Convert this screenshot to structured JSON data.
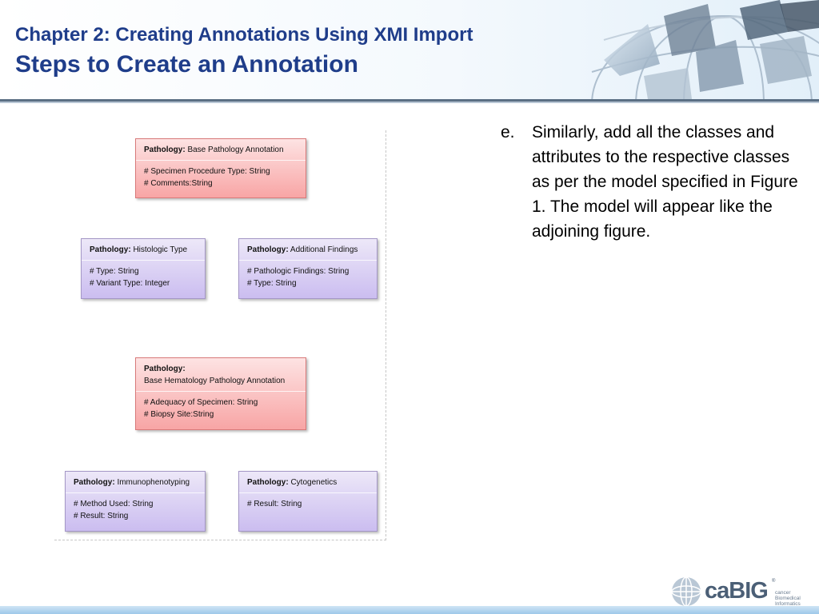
{
  "header": {
    "chapter": "Chapter 2: Creating Annotations Using XMI Import",
    "title": "Steps to Create an Annotation"
  },
  "diagram": {
    "classes": [
      {
        "prefix": "Pathology:",
        "name": "Base Pathology Annotation",
        "attributes": [
          "# Specimen Procedure Type: String",
          "# Comments:String"
        ]
      },
      {
        "prefix": "Pathology:",
        "name": "Histologic Type",
        "attributes": [
          "# Type: String",
          "# Variant Type: Integer"
        ]
      },
      {
        "prefix": "Pathology:",
        "name": "Additional Findings",
        "attributes": [
          "# Pathologic Findings: String",
          "# Type: String"
        ]
      },
      {
        "prefix": "Pathology:",
        "name": "Base Hematology Pathology Annotation",
        "attributes": [
          "# Adequacy of Specimen: String",
          "# Biopsy Site:String"
        ]
      },
      {
        "prefix": "Pathology:",
        "name": "Immunophenotyping",
        "attributes": [
          "# Method Used: String",
          "# Result: String"
        ]
      },
      {
        "prefix": "Pathology:",
        "name": "Cytogenetics",
        "attributes": [
          "# Result: String"
        ]
      }
    ]
  },
  "content": {
    "marker": "e.",
    "text": "Similarly, add all the classes and attributes to the respective classes as per the model specified in Figure 1. The model will appear like the adjoining figure."
  },
  "footer": {
    "logo": "caBIG",
    "logo_tm": "®",
    "logo_sub": "cancer Biomedical Informatics Grid™"
  }
}
